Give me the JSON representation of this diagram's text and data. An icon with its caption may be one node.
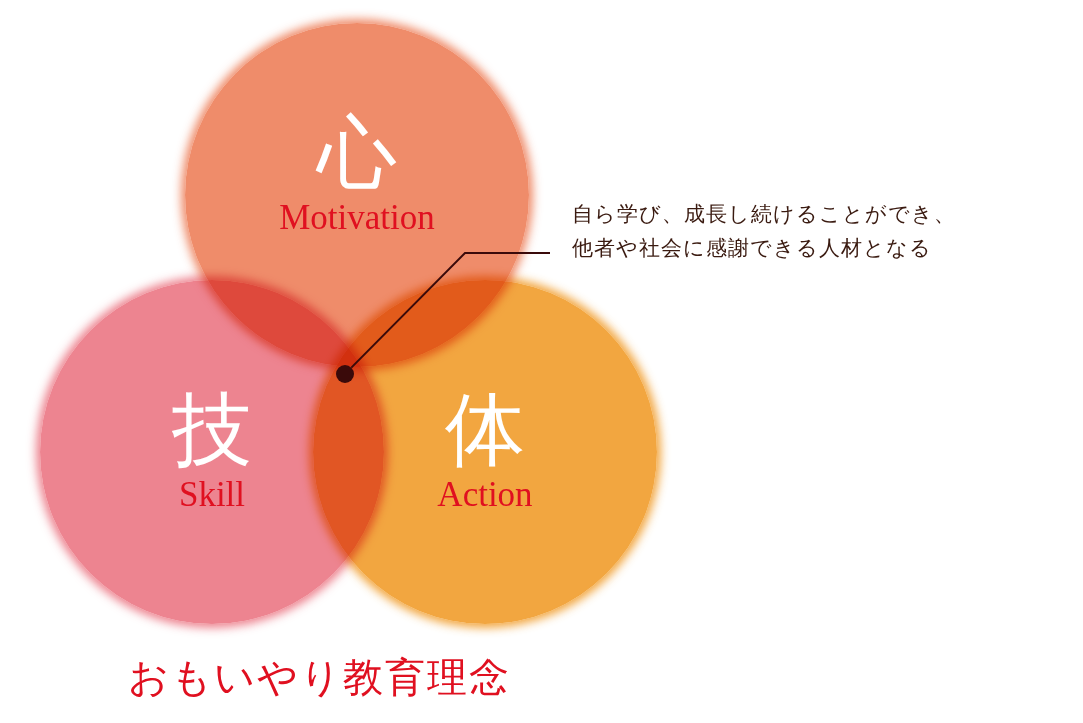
{
  "diagram": {
    "caption": "おもいやり教育理念",
    "nodes": [
      {
        "text": [
          "心",
          "Motivation"
        ]
      },
      {
        "text": [
          "技",
          "Skill"
        ]
      },
      {
        "text": [
          "体",
          "Action"
        ]
      },
      {
        "text": [
          "自ら学び、成長し続けることができ、他者や社会に感謝できる人材となる"
        ]
      },
      {
        "text": [],
        "shape": "circle"
      }
    ],
    "edges": [
      {
        "from": 3,
        "to": 4,
        "arrow": "none"
      }
    ]
  }
}
